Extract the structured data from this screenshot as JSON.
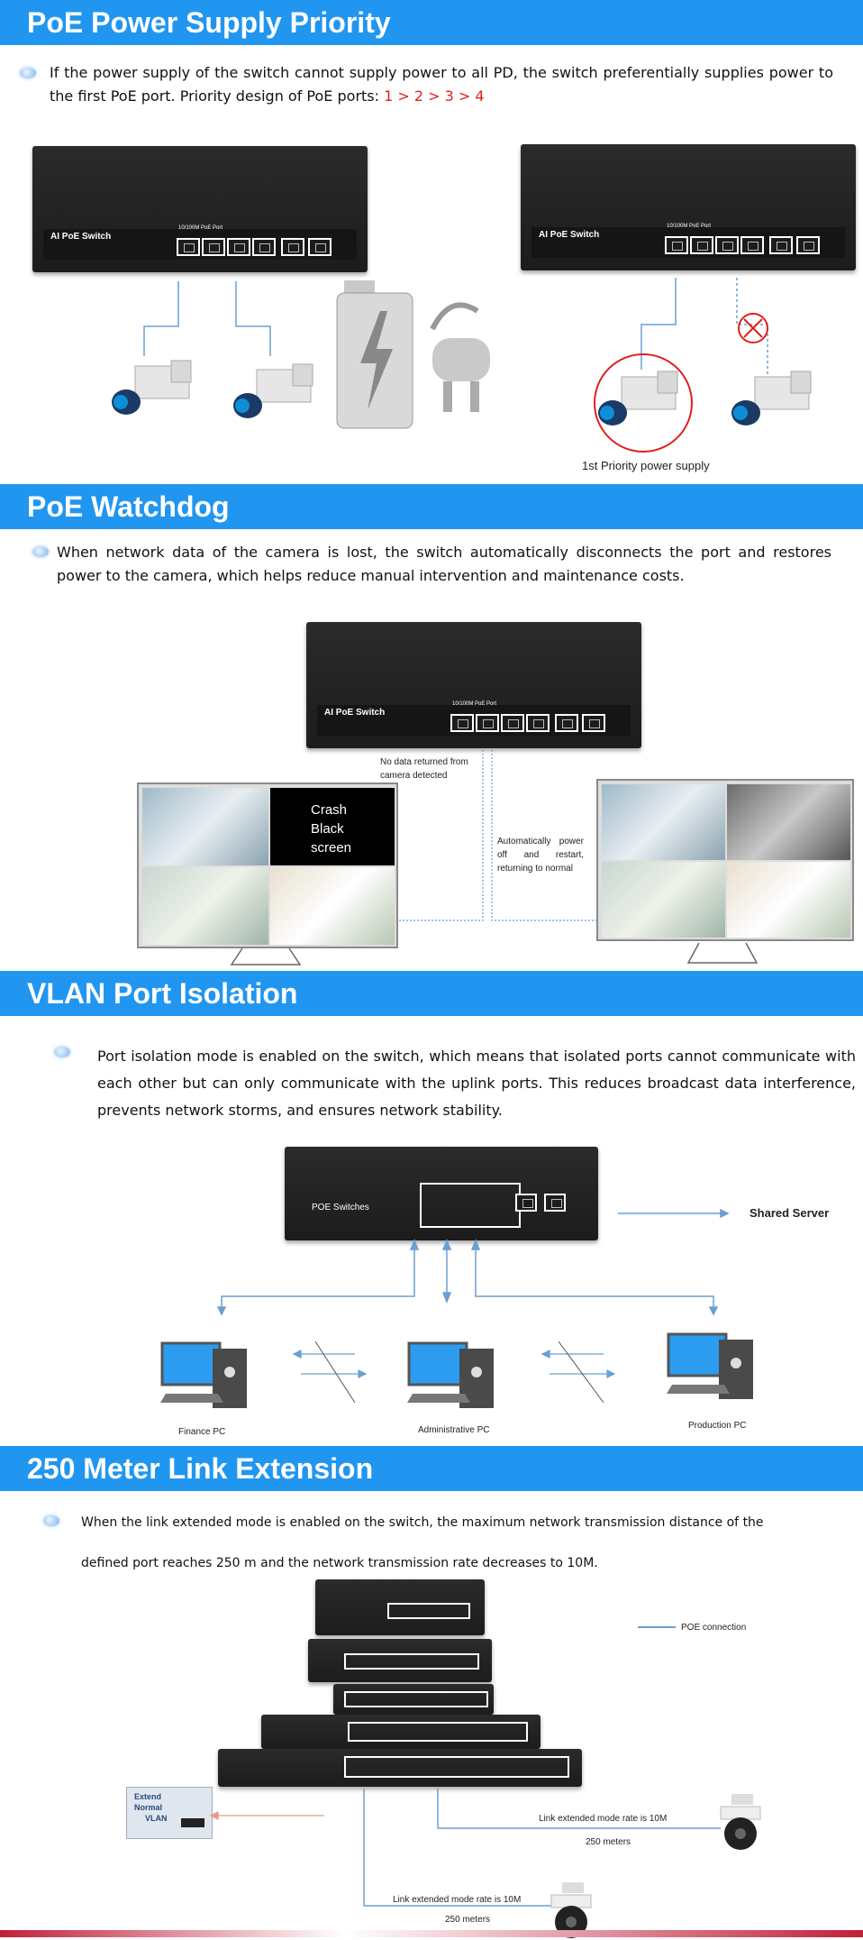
{
  "s1": {
    "title": "PoE Power Supply Priority",
    "text": "If the power supply of the switch cannot supply power to all PD, the switch preferentially supplies power to the first PoE port. Priority design of PoE ports: ",
    "priority": "1 > 2 > 3 > 4",
    "switch_label": "AI PoE Switch",
    "port_header": "10/100M PoE Port",
    "caption": "1st Priority power supply"
  },
  "s2": {
    "title": "PoE Watchdog",
    "text": "When network data of the camera is lost, the switch automatically disconnects the port and restores power to the camera, which helps reduce manual intervention and maintenance costs.",
    "switch_label": "AI PoE Switch",
    "port_header": "10/100M PoE Port",
    "no_data": "No data returned from camera detected",
    "screen_crash": "Crash",
    "screen_black": "Black screen",
    "auto_restart": "Automatically power off and restart, returning to normal"
  },
  "s3": {
    "title": "VLAN Port Isolation",
    "text": "Port isolation mode is enabled on the switch, which means that isolated ports cannot communicate with each other but can only communicate with the uplink ports. This reduces broadcast data interference, prevents network storms, and ensures network stability.",
    "switch_label": "POE Switches",
    "server": "Shared Server",
    "pc1": "Finance PC",
    "pc2": "Administrative PC",
    "pc3": "Production PC"
  },
  "s4": {
    "title": "250 Meter Link Extension",
    "text1": "When the link extended mode is enabled on the switch, the maximum network transmission distance of the",
    "text2": "defined port reaches 250 m and the network transmission rate decreases to 10M.",
    "legend": "POE connection",
    "modes": [
      "Extend",
      "Normal",
      "VLAN"
    ],
    "rate1": "Link extended mode rate is 10M",
    "dist1": "250 meters",
    "rate2": "Link extended mode rate is 10M",
    "dist2": "250 meters"
  },
  "colors": {
    "band": "#2196f0",
    "accent_red": "#e02020",
    "line_blue": "#6a9fd1"
  }
}
